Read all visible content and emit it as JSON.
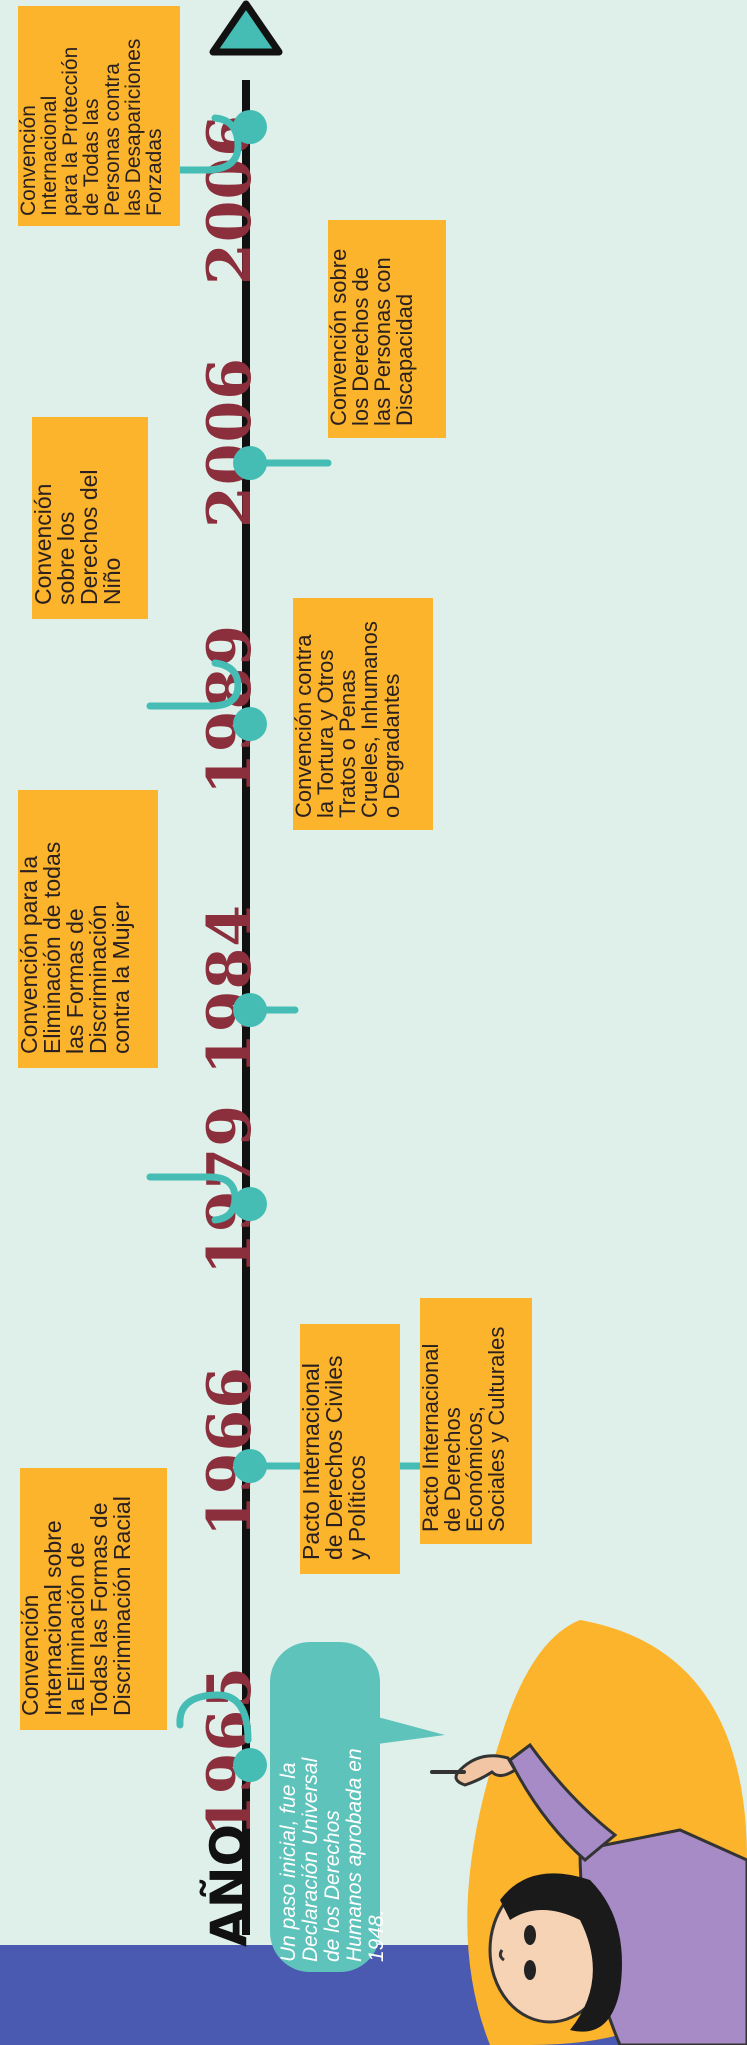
{
  "axis": {
    "label": "AÑO"
  },
  "speech": {
    "text": "Un paso inicial, fue la\nDeclaración Universal\nde los Derechos\nHumanos aprobada en\n1948."
  },
  "events": [
    {
      "year": "1965",
      "box": "Convención\nInternacional sobre\nla Eliminación de\nTodas las Formas de\nDiscriminación Racial"
    },
    {
      "year": "1966",
      "box": "Pacto Internacional\nde Derechos Civiles\ny Políticos"
    },
    {
      "year": "1966",
      "box": "Pacto Internacional\nde Derechos\nEconómicos,\nSociales y Culturales"
    },
    {
      "year": "1979",
      "box": "Convención para la\nEliminación de todas\nlas Formas de\nDiscriminación\ncontra la Mujer"
    },
    {
      "year": "1984",
      "box": "Convención contra\nla Tortura y Otros\nTratos o Penas\nCrueles, Inhumanos\no Degradantes"
    },
    {
      "year": "1989",
      "box": "Convención\nsobre los\nDerechos del\nNiño"
    },
    {
      "year": "2006",
      "box": "Convención sobre\nlos Derechos de\nlas Personas con\nDiscapacidad"
    },
    {
      "year": "2006",
      "box": "Convención\nInternacional\npara la Protección\nde Todas las\nPersonas contra\nlas Desapariciones\nForzadas"
    }
  ],
  "colors": {
    "accent": "#45bdb5",
    "box": "#fbb42b",
    "year": "#8b2f3c",
    "band": "#4a5ab0"
  }
}
